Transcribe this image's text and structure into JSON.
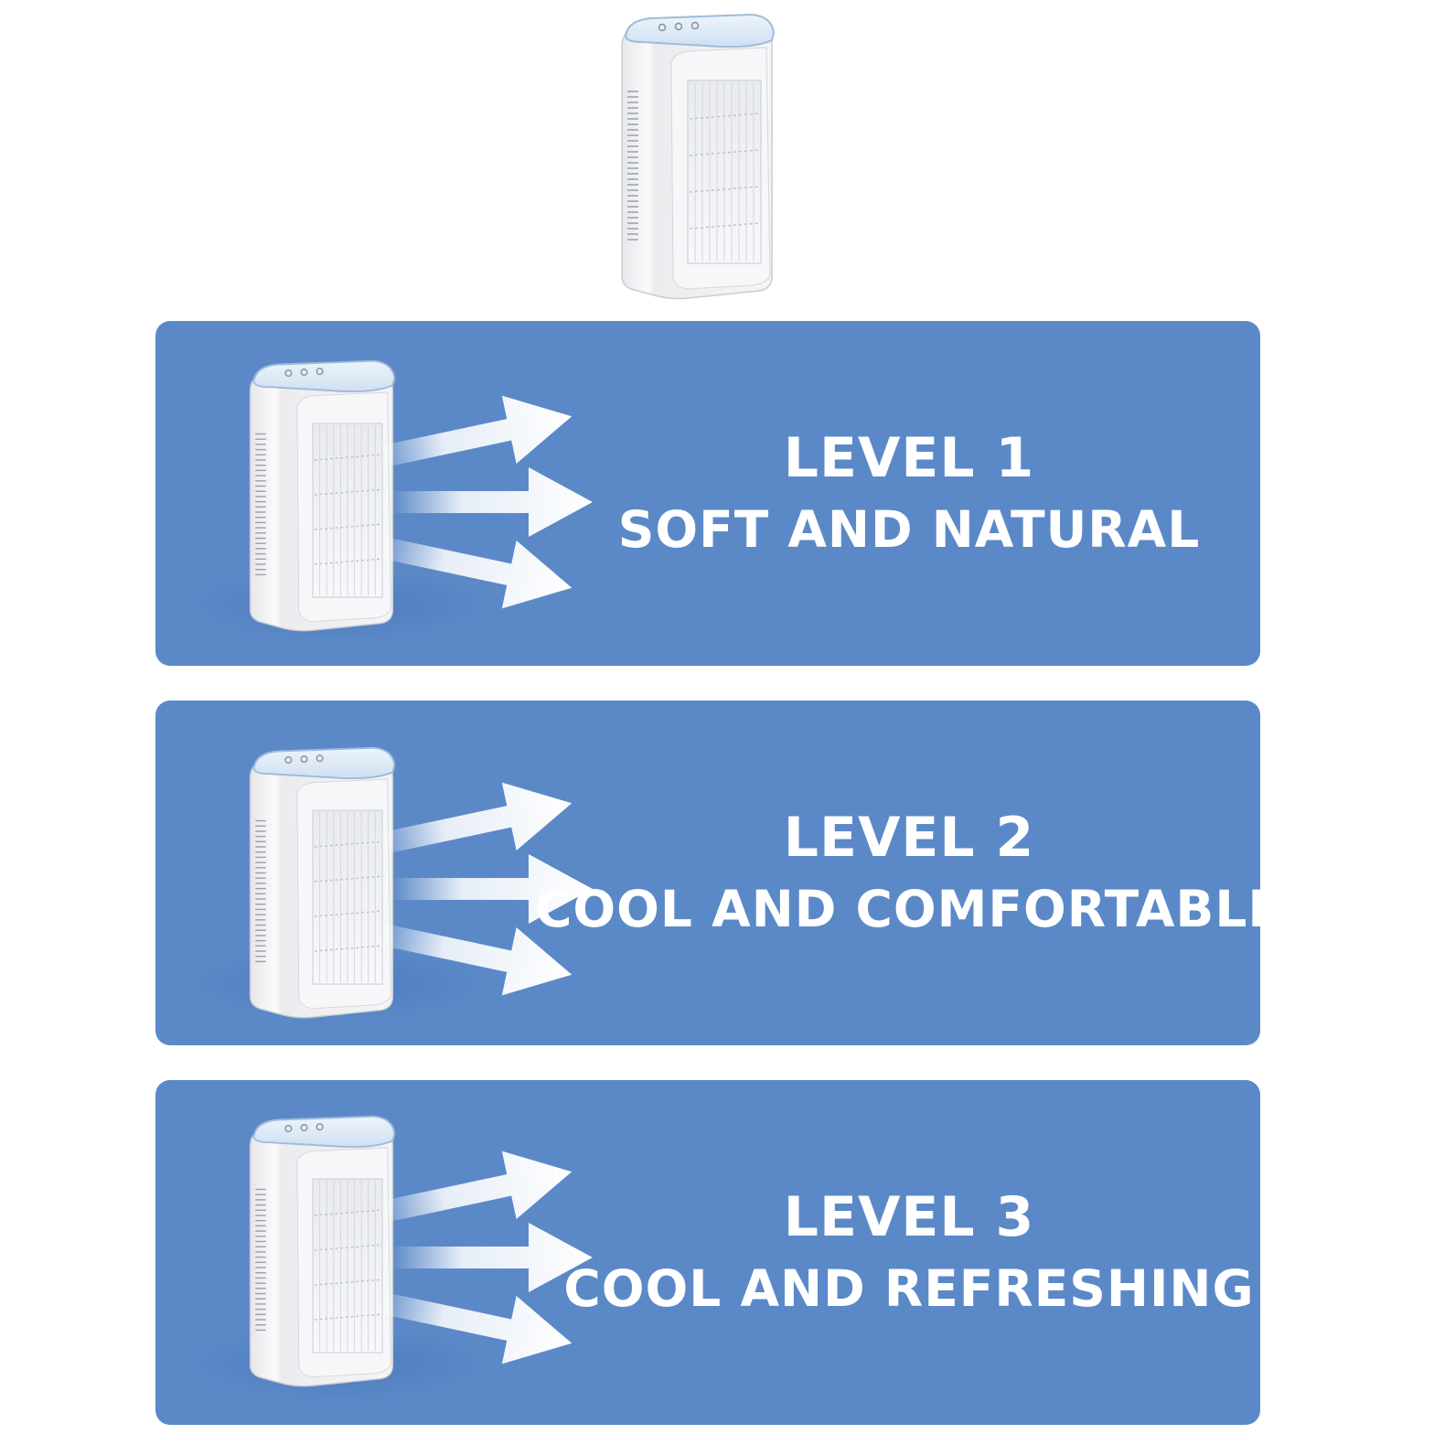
{
  "colors": {
    "card_background": "#5b89c8",
    "text": "#ffffff",
    "device_body": "#f1f2f4",
    "device_top_accent": "#a9c6e6"
  },
  "levels": [
    {
      "title": "LEVEL 1",
      "description": "SOFT AND NATURAL"
    },
    {
      "title": "LEVEL 2",
      "description": "COOL AND COMFORTABLE"
    },
    {
      "title": "LEVEL 3",
      "description": "COOL AND REFRESHING"
    }
  ]
}
